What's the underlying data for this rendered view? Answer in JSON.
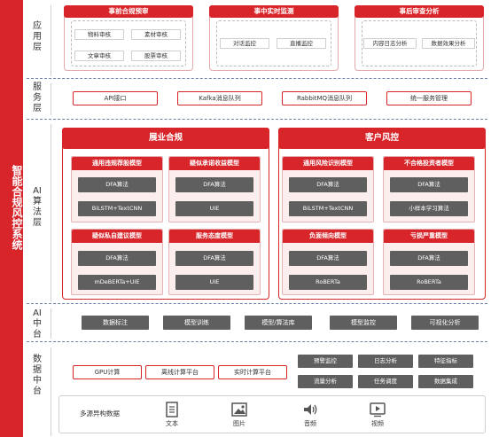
{
  "side_title": "智能合规风控系统",
  "layers": {
    "application": "应用层",
    "service": "服务层",
    "ai_algo": "AI算法层",
    "ai_platform": "AI中台",
    "data_platform": "数据中台"
  },
  "app": {
    "pre": {
      "title": "事前合规预审",
      "items": [
        "物料审核",
        "素材审核",
        "文章审核",
        "股票审核"
      ]
    },
    "mid": {
      "title": "事中实时监测",
      "items": [
        "对话监控",
        "直播监控"
      ]
    },
    "post": {
      "title": "事后审查分析",
      "items": [
        "内容日志分析",
        "数据效果分析"
      ]
    }
  },
  "services": [
    "API接口",
    "Kafka消息队列",
    "RabbitMQ消息队列",
    "统一服务管理"
  ],
  "algo": {
    "left": {
      "title": "展业合规",
      "models": [
        {
          "title": "通用违规荐股模型",
          "algos": [
            "DFA算法",
            "BiLSTM+TextCNN"
          ]
        },
        {
          "title": "疑似承诺收益模型",
          "algos": [
            "DFA算法",
            "UIE"
          ]
        },
        {
          "title": "疑似私自建议模型",
          "algos": [
            "DFA算法",
            "mDeBERTa+UIE"
          ]
        },
        {
          "title": "服务态度模型",
          "algos": [
            "DFA算法",
            "UIE"
          ]
        }
      ]
    },
    "right": {
      "title": "客户风控",
      "models": [
        {
          "title": "通用风险识别模型",
          "algos": [
            "DFA算法",
            "BiLSTM+TextCNN"
          ]
        },
        {
          "title": "不合格投资者模型",
          "algos": [
            "DFA算法",
            "小样本学习算法"
          ]
        },
        {
          "title": "负面倾向模型",
          "algos": [
            "DFA算法",
            "RoBERTa"
          ]
        },
        {
          "title": "亏损严重模型",
          "algos": [
            "DFA算法",
            "RoBERTa"
          ]
        }
      ]
    }
  },
  "ai_platform": [
    "数据标注",
    "模型训练",
    "模型/算法库",
    "模型监控",
    "可视化分析"
  ],
  "data_platform": {
    "compute": [
      "GPU计算",
      "离线计算平台",
      "实时计算平台"
    ],
    "tools": [
      "预警监控",
      "日志分析",
      "特征指标",
      "流量分析",
      "任务调度",
      "数据集成"
    ],
    "sources_label": "多源异构数据",
    "media": [
      {
        "icon": "document-icon",
        "label": "文本"
      },
      {
        "icon": "image-icon",
        "label": "图片"
      },
      {
        "icon": "audio-icon",
        "label": "音频"
      },
      {
        "icon": "video-icon",
        "label": "视频"
      }
    ]
  }
}
